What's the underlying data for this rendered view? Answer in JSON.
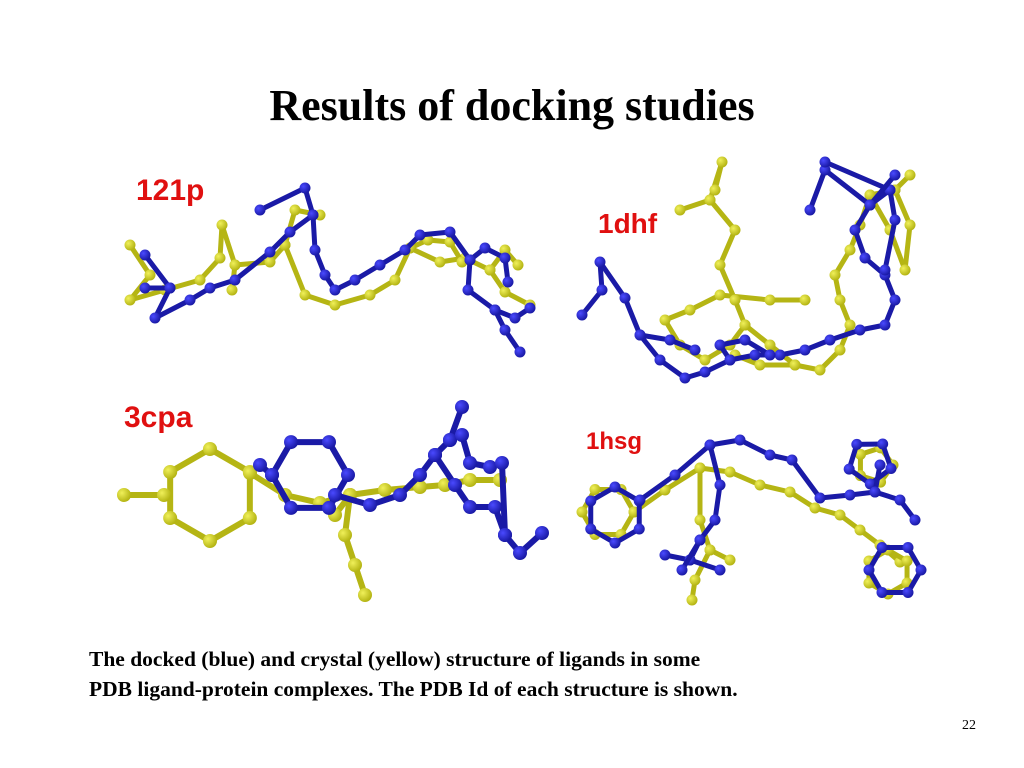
{
  "slide": {
    "title": "Results of docking studies",
    "caption_lines": [
      "The docked (blue) and crystal (yellow) structure of ligands in some",
      "PDB ligand-protein complexes.  The PDB Id of each structure is shown."
    ],
    "page_number": "22"
  },
  "colors": {
    "docked": "#1a1aa6",
    "docked_highlight": "#4a4aff",
    "crystal": "#b5b514",
    "crystal_highlight": "#f0f05a",
    "label": "#e01010"
  },
  "panels": [
    {
      "id": "121p",
      "label": "121p"
    },
    {
      "id": "1dhf",
      "label": "1dhf"
    },
    {
      "id": "3cpa",
      "label": "3cpa"
    },
    {
      "id": "1hsg",
      "label": "1hsg"
    }
  ]
}
